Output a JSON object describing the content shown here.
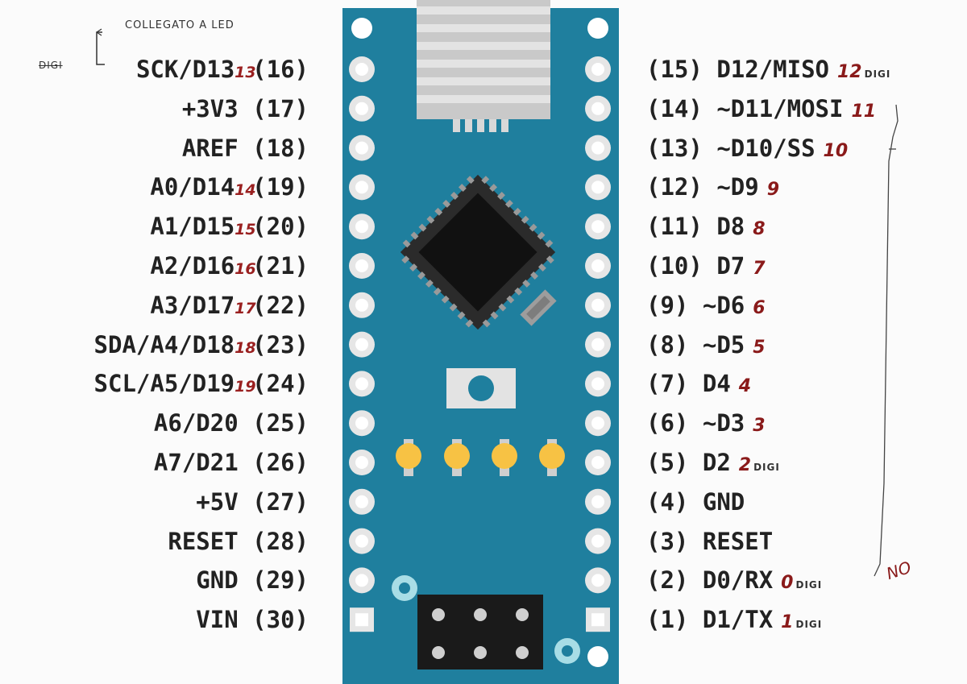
{
  "left_pins": [
    {
      "label": "SCK/D13",
      "num": "(16)",
      "note": "13"
    },
    {
      "label": "+3V3",
      "num": "(17)",
      "note": ""
    },
    {
      "label": "AREF",
      "num": "(18)",
      "note": ""
    },
    {
      "label": "A0/D14",
      "num": "(19)",
      "note": "14"
    },
    {
      "label": "A1/D15",
      "num": "(20)",
      "note": "15"
    },
    {
      "label": "A2/D16",
      "num": "(21)",
      "note": "16"
    },
    {
      "label": "A3/D17",
      "num": "(22)",
      "note": "17"
    },
    {
      "label": "SDA/A4/D18",
      "num": "(23)",
      "note": "18"
    },
    {
      "label": "SCL/A5/D19",
      "num": "(24)",
      "note": "19"
    },
    {
      "label": "A6/D20",
      "num": "(25)",
      "note": ""
    },
    {
      "label": "A7/D21",
      "num": "(26)",
      "note": ""
    },
    {
      "label": "+5V",
      "num": "(27)",
      "note": ""
    },
    {
      "label": "RESET",
      "num": "(28)",
      "note": ""
    },
    {
      "label": "GND",
      "num": "(29)",
      "note": ""
    },
    {
      "label": "VIN",
      "num": "(30)",
      "note": ""
    }
  ],
  "right_pins": [
    {
      "num": "(15)",
      "label": "D12/MISO",
      "note": "12",
      "tag": "DIGI"
    },
    {
      "num": "(14)",
      "label": "~D11/MOSI",
      "note": "11",
      "tag": ""
    },
    {
      "num": "(13)",
      "label": "~D10/SS",
      "note": "10",
      "tag": ""
    },
    {
      "num": "(12)",
      "label": "~D9",
      "note": "9",
      "tag": ""
    },
    {
      "num": "(11)",
      "label": "D8",
      "note": "8",
      "tag": ""
    },
    {
      "num": "(10)",
      "label": "D7",
      "note": "7",
      "tag": ""
    },
    {
      "num": "(9)",
      "label": "~D6",
      "note": "6",
      "tag": ""
    },
    {
      "num": "(8)",
      "label": "~D5",
      "note": "5",
      "tag": ""
    },
    {
      "num": "(7)",
      "label": "D4",
      "note": "4",
      "tag": ""
    },
    {
      "num": "(6)",
      "label": "~D3",
      "note": "3",
      "tag": ""
    },
    {
      "num": "(5)",
      "label": "D2",
      "note": "2",
      "tag": "DIGI"
    },
    {
      "num": "(4)",
      "label": "GND",
      "note": "",
      "tag": ""
    },
    {
      "num": "(3)",
      "label": "RESET",
      "note": "",
      "tag": ""
    },
    {
      "num": "(2)",
      "label": "D0/RX",
      "note": "0",
      "tag": "DIGI"
    },
    {
      "num": "(1)",
      "label": "D1/TX",
      "note": "1",
      "tag": "DIGI"
    }
  ],
  "handwritten": {
    "top_note": "COLLEGATO A LED",
    "left_tag": "DIGI",
    "bracket_note": "NO"
  },
  "colors": {
    "board": "#1f7f9e",
    "board_edge": "#17708c",
    "pad_ring": "#e6e6e6",
    "led": "#f7c244",
    "chip": "#1a1a1a",
    "usb": "#bdbdbd",
    "ink_red": "#8a1a1a"
  }
}
